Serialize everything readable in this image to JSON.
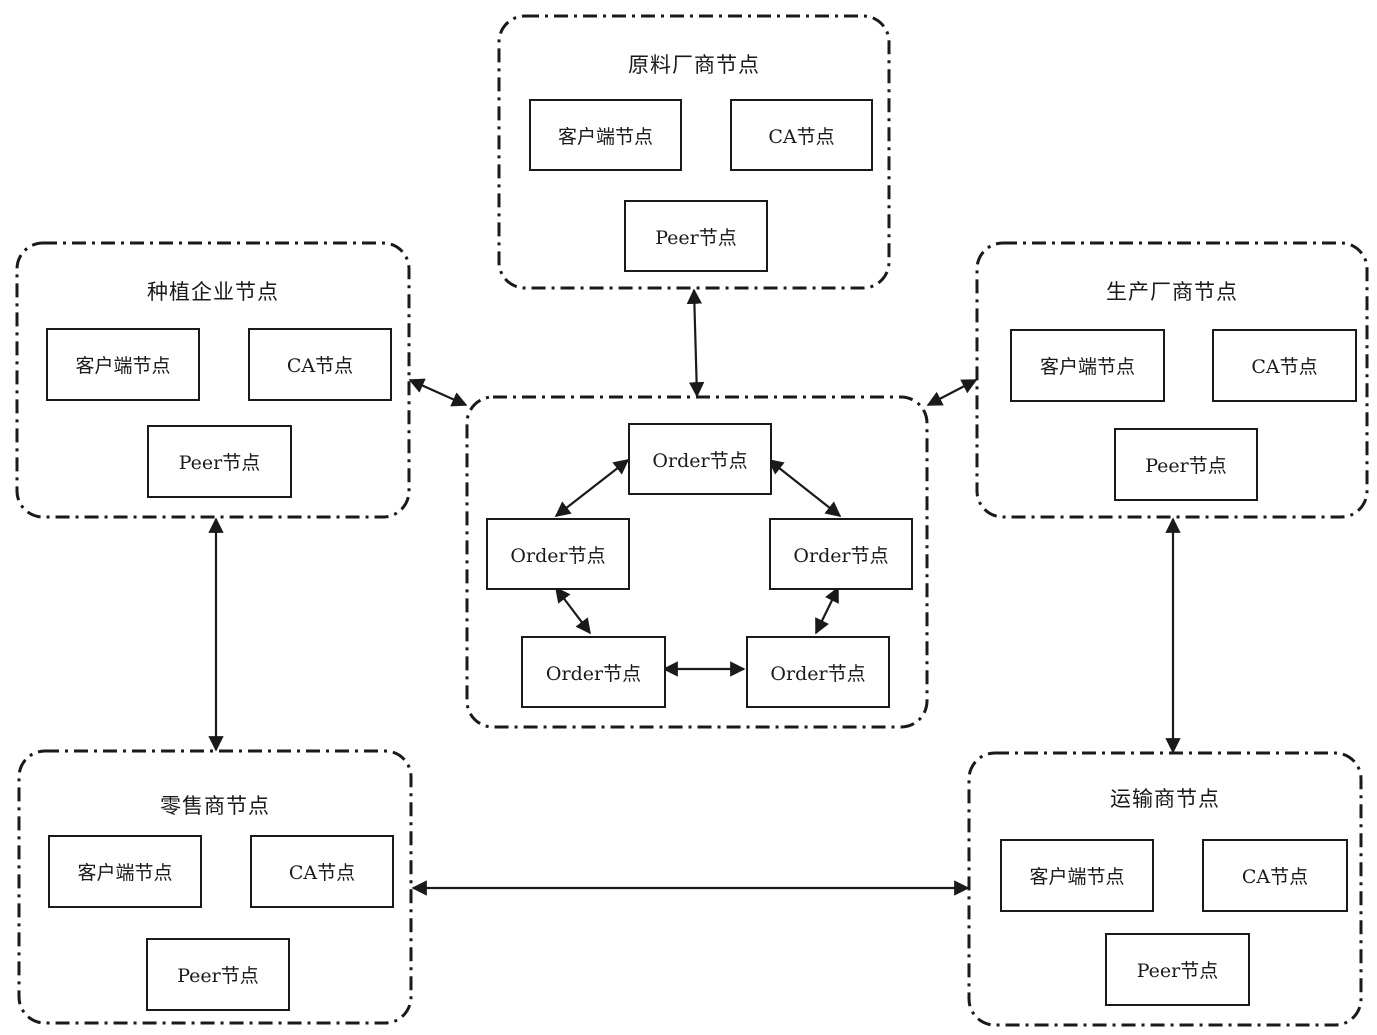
{
  "diagram": {
    "groups": {
      "raw": {
        "title": "原料厂商节点",
        "client": "客户端节点",
        "ca": "CA节点",
        "peer": "Peer节点"
      },
      "plant": {
        "title": "种植企业节点",
        "client": "客户端节点",
        "ca": "CA节点",
        "peer": "Peer节点"
      },
      "maker": {
        "title": "生产厂商节点",
        "client": "客户端节点",
        "ca": "CA节点",
        "peer": "Peer节点"
      },
      "retail": {
        "title": "零售商节点",
        "client": "客户端节点",
        "ca": "CA节点",
        "peer": "Peer节点"
      },
      "transport": {
        "title": "运输商节点",
        "client": "客户端节点",
        "ca": "CA节点",
        "peer": "Peer节点"
      }
    },
    "order_cluster": {
      "top": "Order节点",
      "left": "Order节点",
      "right": "Order节点",
      "bottom_left": "Order节点",
      "bottom_right": "Order节点"
    }
  },
  "colors": {
    "stroke": "#1a1a1a",
    "background": "#ffffff"
  }
}
